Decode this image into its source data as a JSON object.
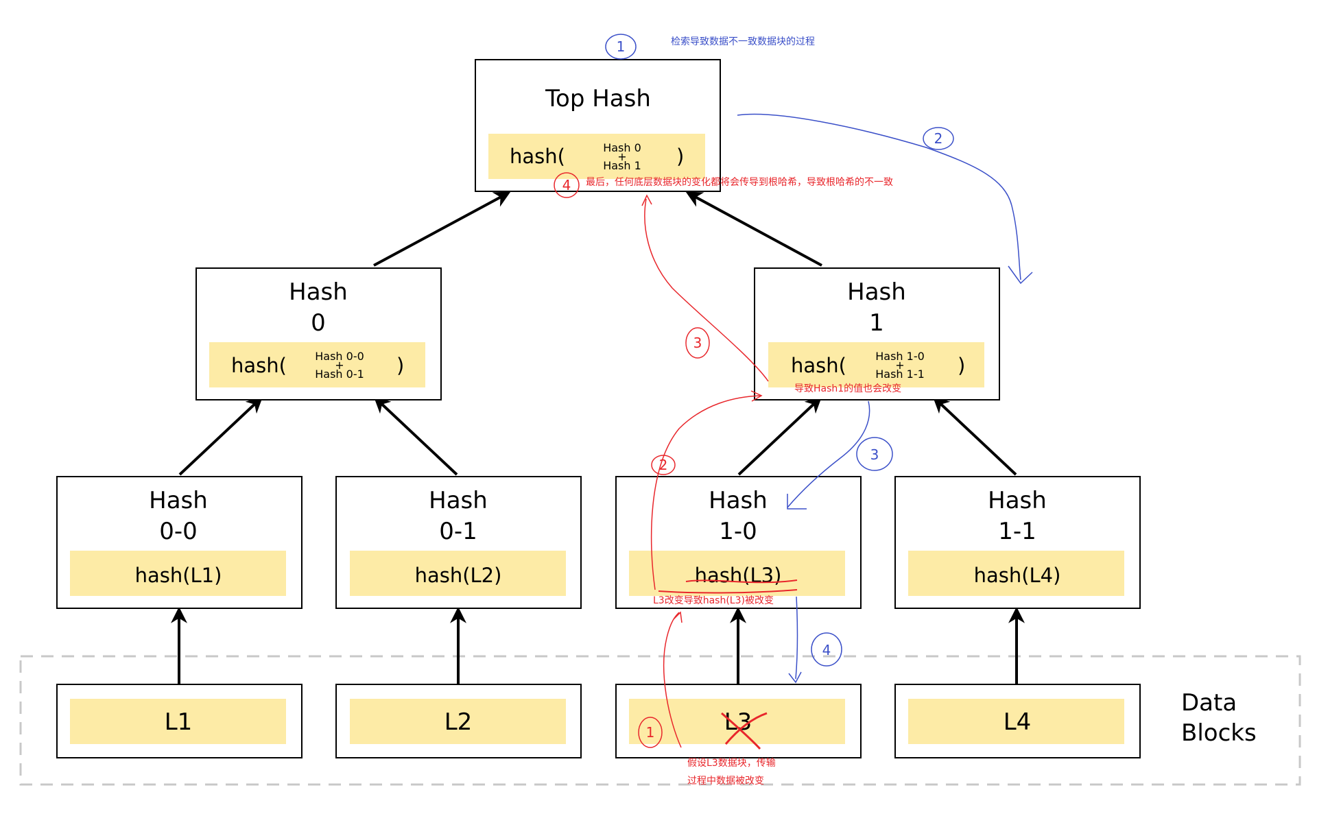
{
  "nodes": {
    "top": {
      "title": "Top Hash",
      "hash_open": "hash(",
      "line1": "Hash 0",
      "plus": "+",
      "line2": "Hash 1",
      "hash_close": ")"
    },
    "h0": {
      "title1": "Hash",
      "title2": "0",
      "hash_open": "hash(",
      "line1": "Hash 0-0",
      "plus": "+",
      "line2": "Hash 0-1",
      "hash_close": ")"
    },
    "h1": {
      "title1": "Hash",
      "title2": "1",
      "hash_open": "hash(",
      "line1": "Hash 1-0",
      "plus": "+",
      "line2": "Hash 1-1",
      "hash_close": ")"
    },
    "h00": {
      "title1": "Hash",
      "title2": "0-0",
      "hash": "hash(L1)"
    },
    "h01": {
      "title1": "Hash",
      "title2": "0-1",
      "hash": "hash(L2)"
    },
    "h10": {
      "title1": "Hash",
      "title2": "1-0",
      "hash": "hash(L3)"
    },
    "h11": {
      "title1": "Hash",
      "title2": "1-1",
      "hash": "hash(L4)"
    }
  },
  "leaves": [
    "L1",
    "L2",
    "L3",
    "L4"
  ],
  "data_blocks": {
    "line1": "Data",
    "line2": "Blocks"
  },
  "annotations": {
    "blue_title": "检索导致数据不一致数据块的过程",
    "red_final": "最后，任何底层数据块的变化都将会传导到根哈希，导致根哈希的不一致",
    "red_hash1": "导致Hash1的值也会改变",
    "red_l3hash": "L3改变导致hash(L3)被改变",
    "red_assume_1": "假设L3数据块，传输",
    "red_assume_2": "过程中数据被改变",
    "markers": {
      "m1": "1",
      "m2": "2",
      "m3": "3",
      "m4": "4"
    }
  },
  "colors": {
    "node_fill": "#ffffff",
    "inner_fill": "#fdeba6",
    "edge": "#000000",
    "annotation_red": "#e8262b",
    "annotation_blue": "#3a4fc8",
    "dashed_border": "#c8c8c8"
  }
}
